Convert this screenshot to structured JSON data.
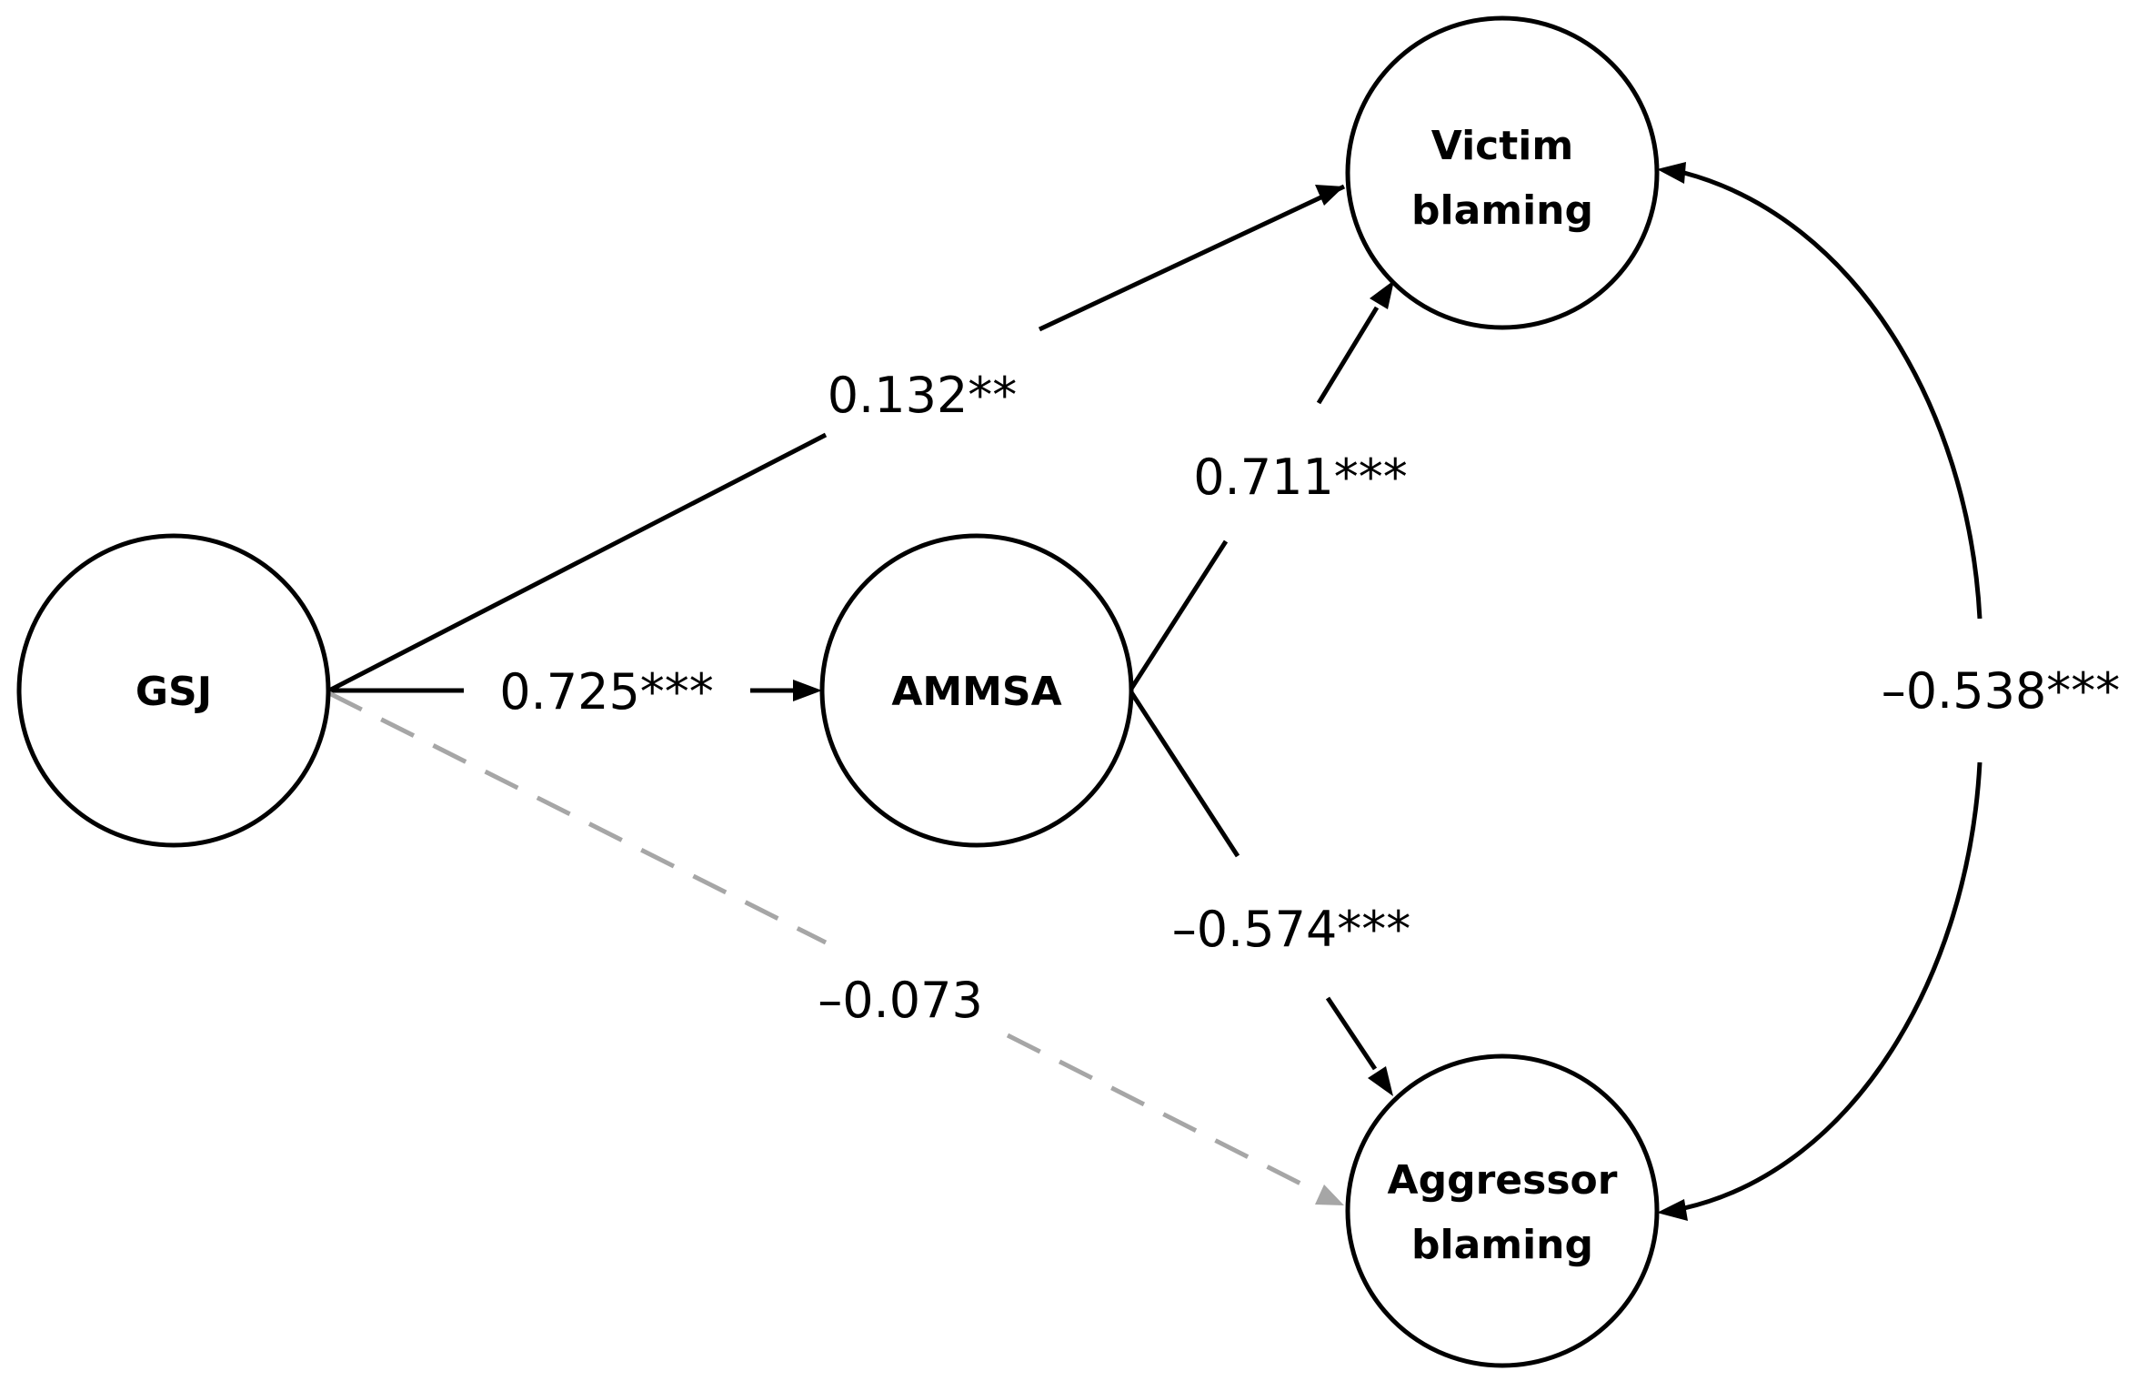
{
  "colors": {
    "stroke": "#000000",
    "nonsignificant_path": "#a6a6a6",
    "background": "#ffffff"
  },
  "nodes": {
    "gsj": {
      "label": "GSJ"
    },
    "ammsa": {
      "label": "AMMSA"
    },
    "victim": {
      "line1": "Victim",
      "line2": "blaming"
    },
    "aggressor": {
      "line1": "Aggressor",
      "line2": "blaming"
    }
  },
  "paths": {
    "gsj_victim": {
      "coefficient": "0.132**"
    },
    "gsj_ammsa": {
      "coefficient": "0.725***"
    },
    "ammsa_victim": {
      "coefficient": "0.711***"
    },
    "ammsa_aggressor": {
      "coefficient": "–0.574***"
    },
    "gsj_aggressor": {
      "coefficient": "–0.073",
      "style": "dashed"
    },
    "victim_aggressor": {
      "coefficient": "–0.538***",
      "type": "covariance"
    }
  }
}
